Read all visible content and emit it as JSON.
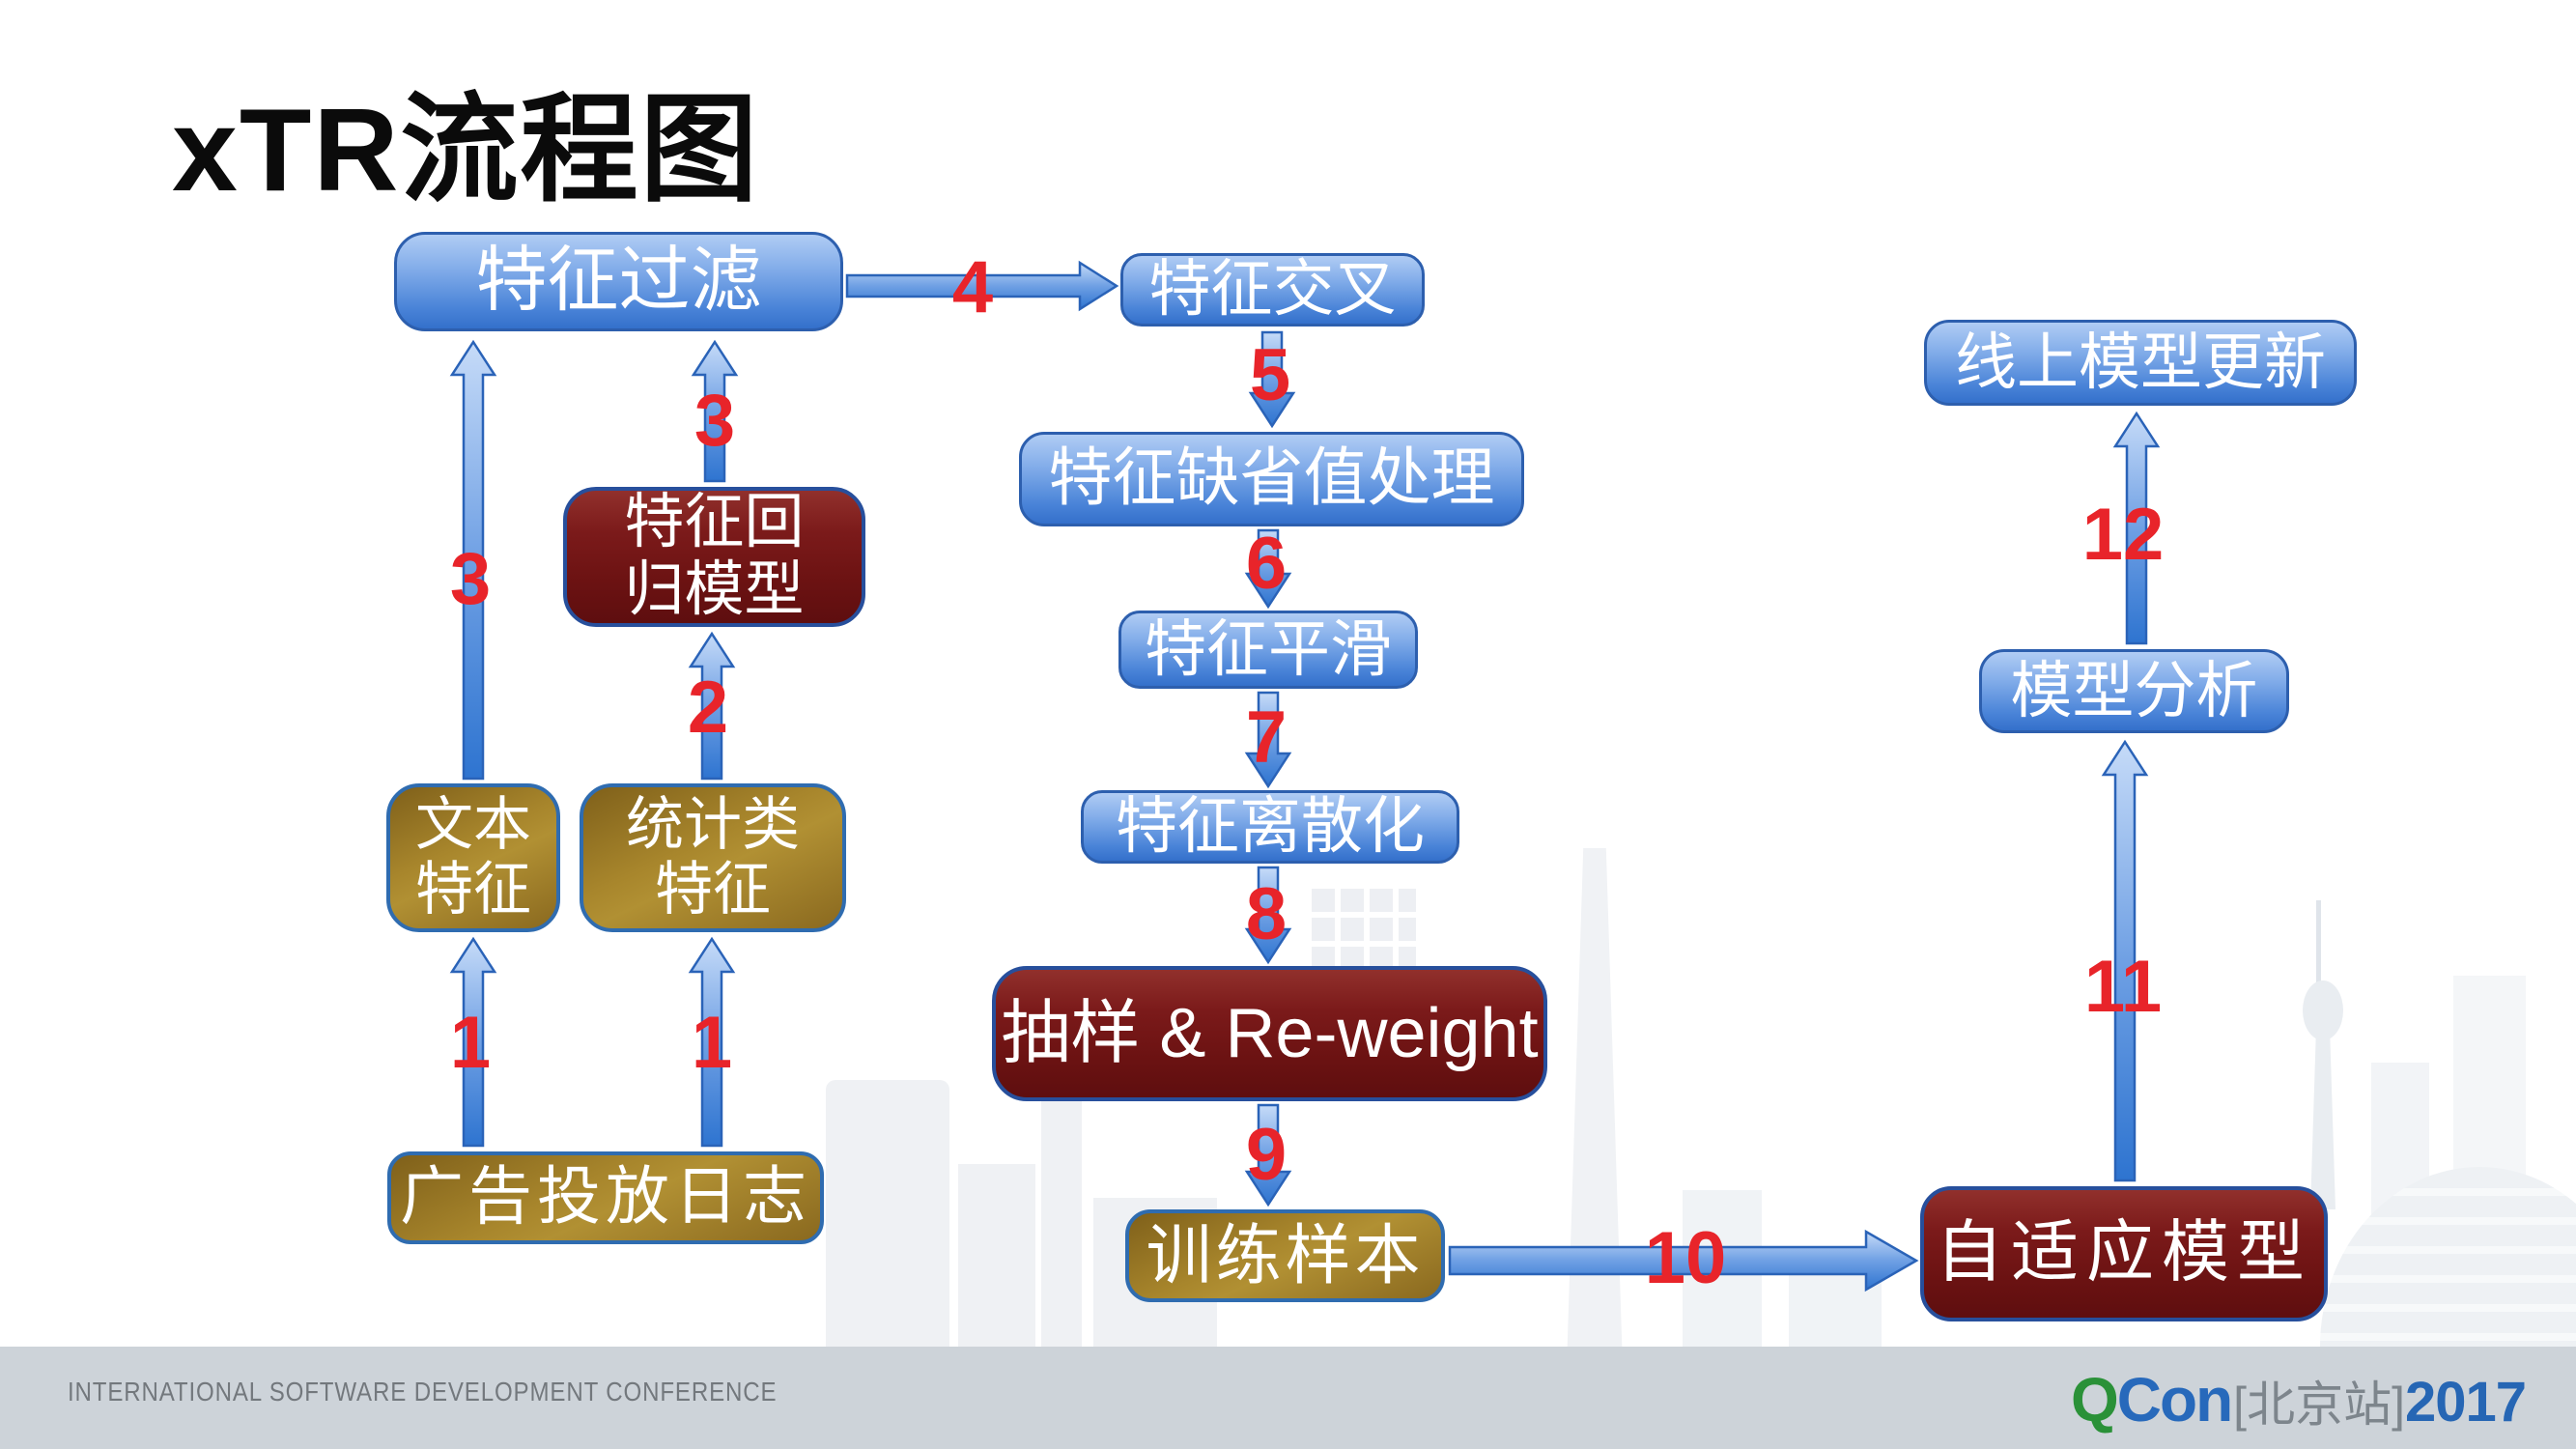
{
  "slide": {
    "title": "xTR流程图"
  },
  "nodes": {
    "feature_filter": {
      "label": "特征过滤"
    },
    "feature_cross": {
      "label": "特征交叉"
    },
    "missing_value_handling": {
      "label": "特征缺省值处理"
    },
    "feature_smoothing": {
      "label": "特征平滑"
    },
    "feature_discretization": {
      "label": "特征离散化"
    },
    "sampling_reweight": {
      "label": "抽样 & Re-weight"
    },
    "training_samples": {
      "label": "训练样本"
    },
    "adaptive_model": {
      "label": "自适应模型"
    },
    "model_analysis": {
      "label": "模型分析"
    },
    "online_model_update": {
      "label": "线上模型更新"
    },
    "feature_regression_model": {
      "line1": "特征回",
      "line2": "归模型"
    },
    "text_features": {
      "line1": "文本",
      "line2": "特征"
    },
    "statistical_features": {
      "line1": "统计类",
      "line2": "特征"
    },
    "ad_serving_logs": {
      "label": "广告投放日志"
    }
  },
  "arrow_labels": {
    "step1_left": "1",
    "step1_right": "1",
    "step2": "2",
    "step3_left": "3",
    "step3_mid": "3",
    "step4": "4",
    "step5": "5",
    "step6": "6",
    "step7": "7",
    "step8": "8",
    "step9": "9",
    "step10": "10",
    "step11": "11",
    "step12": "12"
  },
  "footer": {
    "conference": "INTERNATIONAL SOFTWARE DEVELOPMENT CONFERENCE",
    "logo_q": "Q",
    "logo_con": "Con",
    "logo_station": "[北京站]",
    "logo_year": "2017"
  },
  "colors": {
    "step_number_red": "#e8242a",
    "blue_node_top": "#b0ccf4",
    "blue_node_bottom": "#3470cb",
    "blue_node_border": "#2d5fae",
    "red_node_fill": "#6b1212",
    "red_node_border": "#274f9c",
    "gold_node_fill": "#a8862c",
    "gold_node_border": "#2f6cb0",
    "arrow_fill_light": "#c3d9f7",
    "arrow_fill_dark": "#2e74d0",
    "arrow_stroke": "#2a63b8",
    "footer_bar": "#cdd3d9",
    "footer_text": "#73787d",
    "logo_green": "#2a9138",
    "logo_blue": "#2769bb"
  }
}
